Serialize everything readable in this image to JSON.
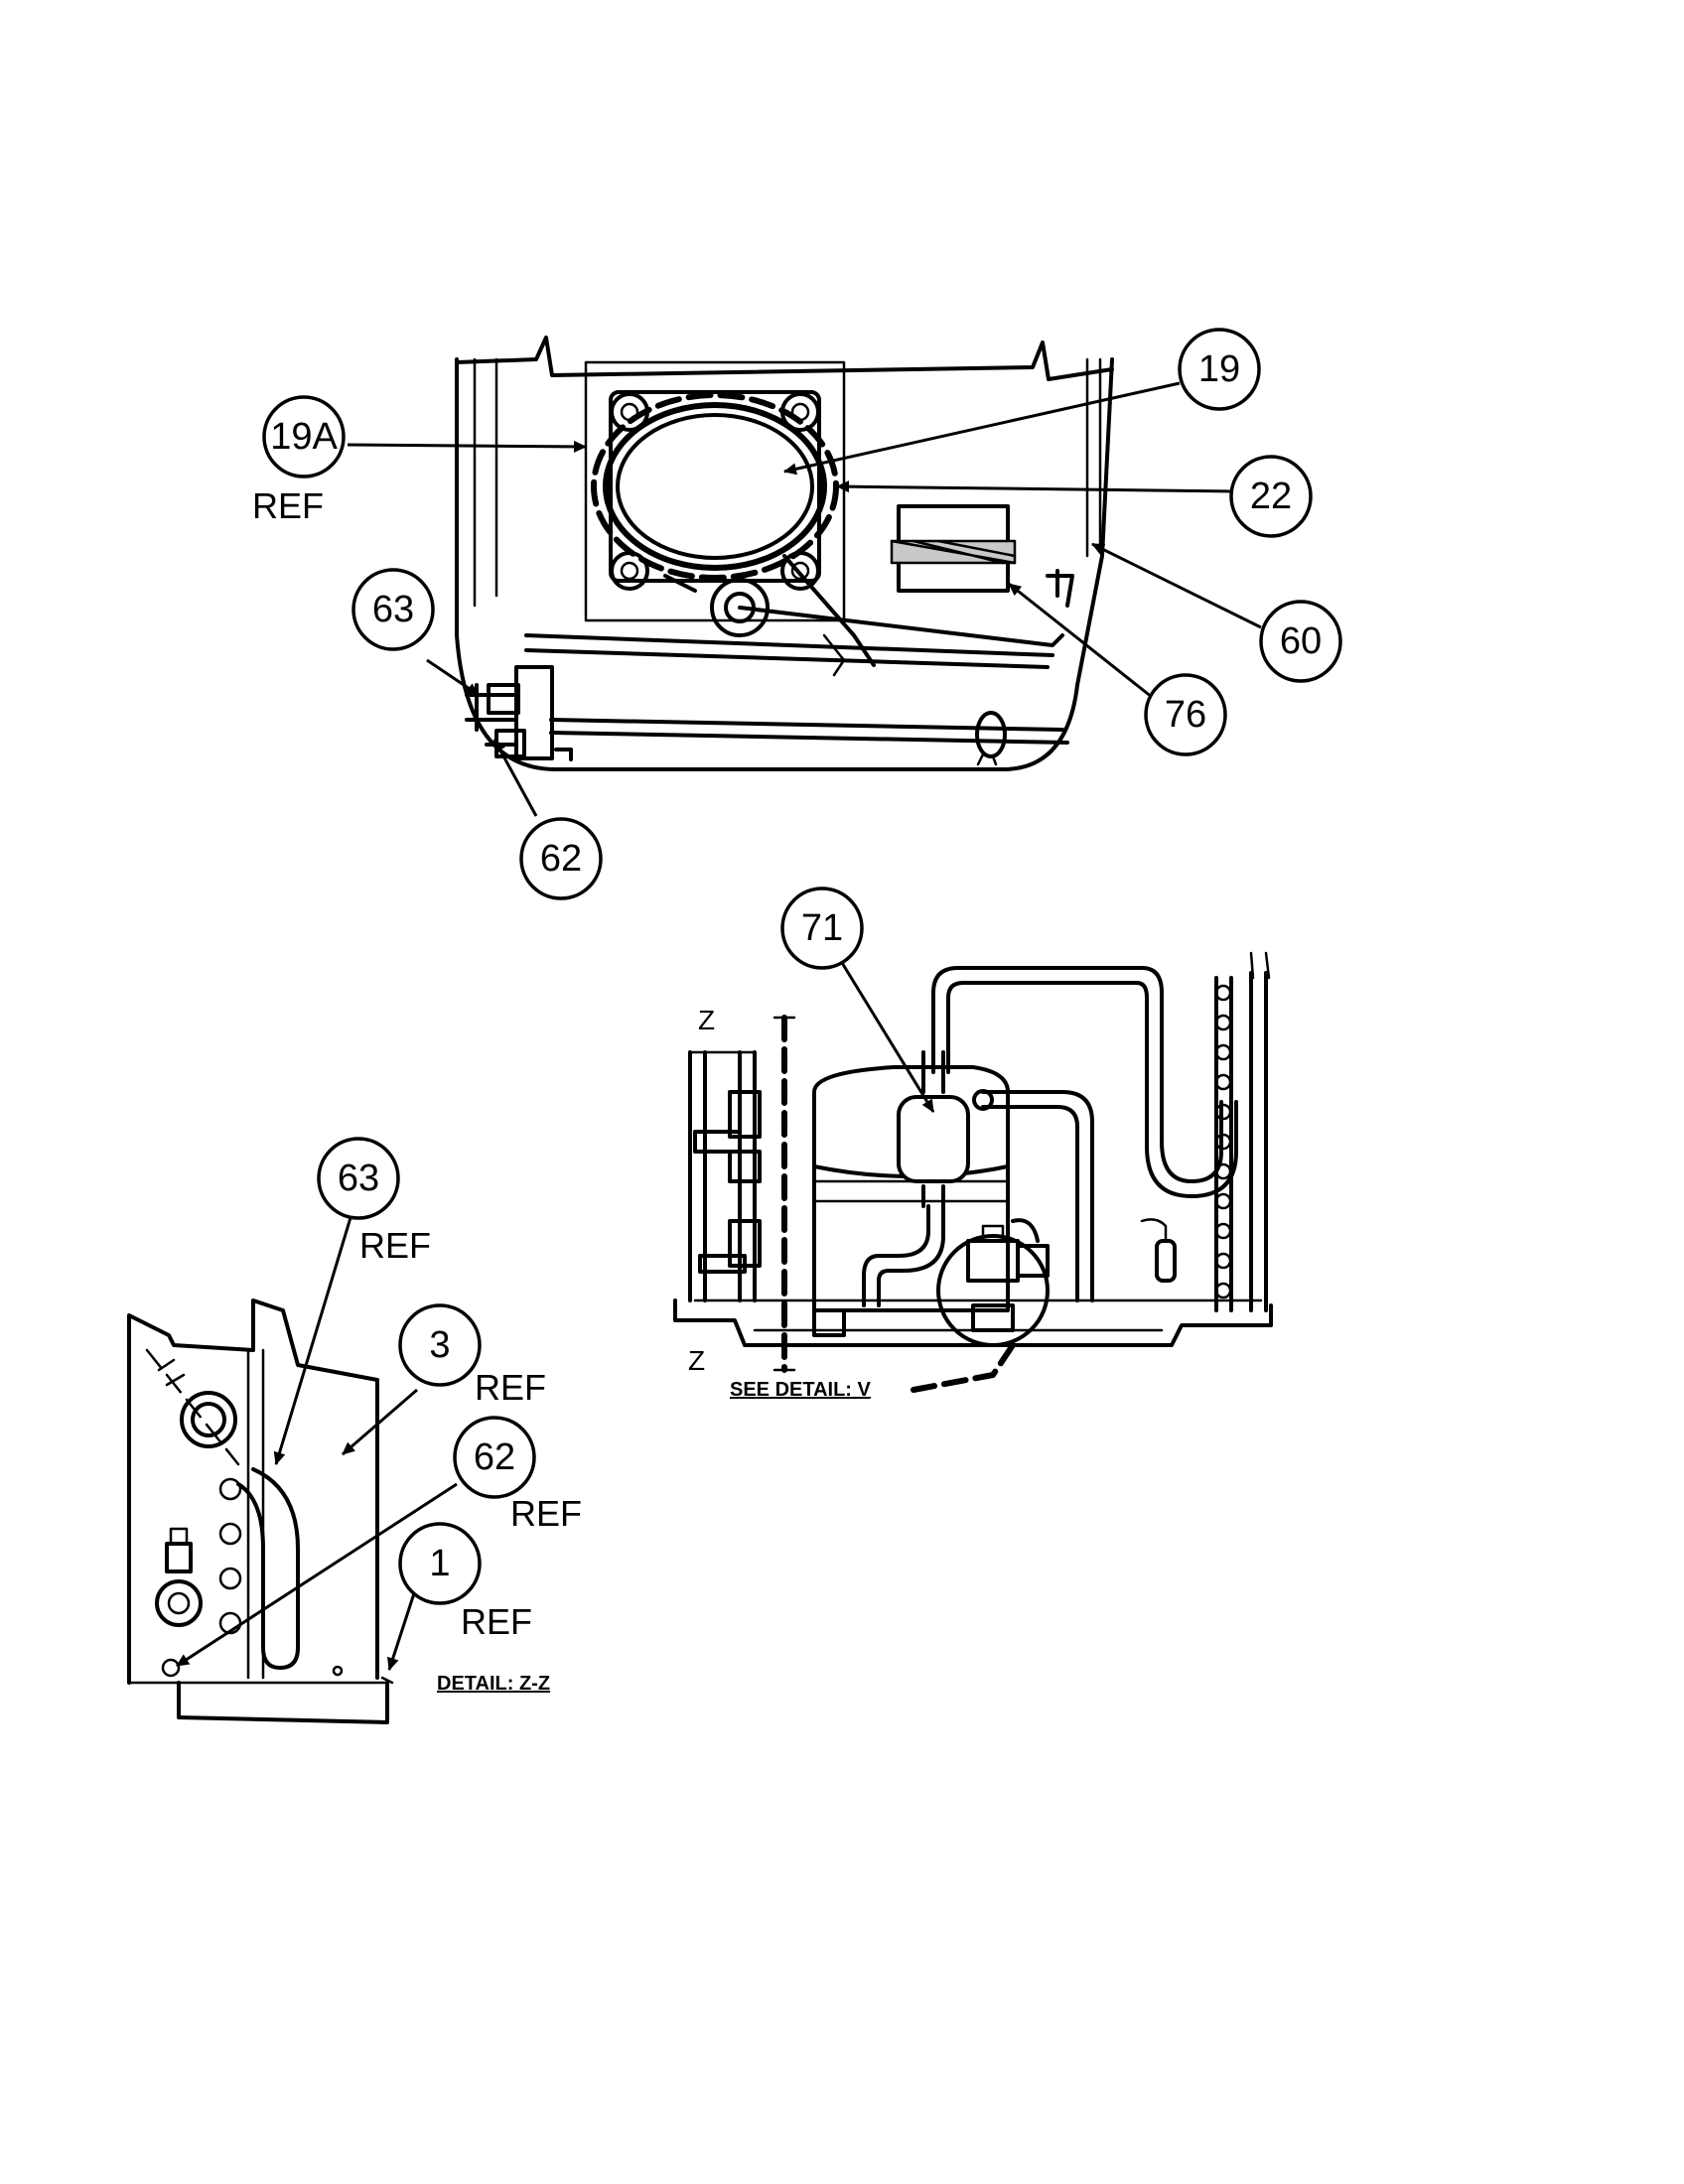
{
  "callouts": {
    "c19a": "19A",
    "c19": "19",
    "c22": "22",
    "c60": "60",
    "c63_top": "63",
    "c76": "76",
    "c62_top": "62",
    "c71": "71",
    "c63_detail": "63",
    "c3": "3",
    "c62_detail": "62",
    "c1": "1"
  },
  "ref_labels": {
    "r19a": "REF",
    "r63": "REF",
    "r3": "REF",
    "r62": "REF",
    "r1": "REF"
  },
  "section_markers": {
    "z_top": "Z",
    "z_bottom": "Z"
  },
  "captions": {
    "see_detail": "SEE DETAIL: V",
    "detail_zz": "DETAIL: Z-Z"
  }
}
